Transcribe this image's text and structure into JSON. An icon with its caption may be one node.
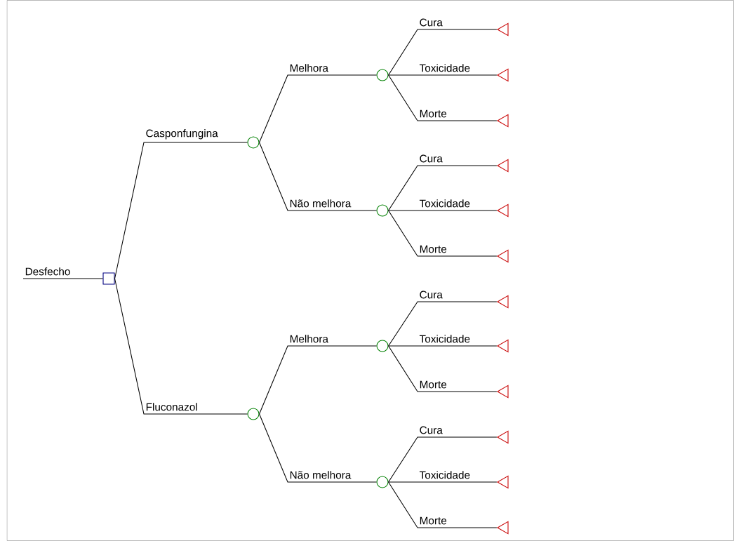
{
  "diagram": {
    "nodes": [
      {
        "text": [],
        "shape": "box"
      },
      {
        "text": [],
        "shape": "circle"
      },
      {
        "text": [],
        "shape": "circle"
      },
      {
        "text": [],
        "shape": "circle"
      },
      {
        "text": [],
        "shape": "circle"
      },
      {
        "text": [],
        "shape": "circle"
      },
      {
        "text": [],
        "shape": "circle"
      },
      {
        "text": [],
        "shape": "triangle"
      },
      {
        "text": [],
        "shape": "triangle"
      },
      {
        "text": [],
        "shape": "triangle"
      },
      {
        "text": [],
        "shape": "triangle"
      },
      {
        "text": [],
        "shape": "triangle"
      },
      {
        "text": [],
        "shape": "triangle"
      },
      {
        "text": [],
        "shape": "triangle"
      },
      {
        "text": [],
        "shape": "triangle"
      },
      {
        "text": [],
        "shape": "triangle"
      },
      {
        "text": [],
        "shape": "triangle"
      },
      {
        "text": [],
        "shape": "triangle"
      },
      {
        "text": [],
        "shape": "triangle"
      }
    ],
    "edges": [
      {
        "from": null,
        "to": 0,
        "arrow": "none",
        "label": "Desfecho"
      },
      {
        "from": 0,
        "to": 1,
        "arrow": "none",
        "label": "Casponfungina"
      },
      {
        "from": 0,
        "to": 2,
        "arrow": "none",
        "label": "Fluconazol"
      },
      {
        "from": 1,
        "to": 3,
        "arrow": "none",
        "label": "Melhora"
      },
      {
        "from": 1,
        "to": 4,
        "arrow": "none",
        "label": "Não melhora"
      },
      {
        "from": 2,
        "to": 5,
        "arrow": "none",
        "label": "Melhora"
      },
      {
        "from": 2,
        "to": 6,
        "arrow": "none",
        "label": "Não melhora"
      },
      {
        "from": 3,
        "to": 7,
        "arrow": "none",
        "label": "Cura"
      },
      {
        "from": 3,
        "to": 8,
        "arrow": "none",
        "label": "Toxicidade"
      },
      {
        "from": 3,
        "to": 9,
        "arrow": "none",
        "label": "Morte"
      },
      {
        "from": 4,
        "to": 10,
        "arrow": "none",
        "label": "Cura"
      },
      {
        "from": 4,
        "to": 11,
        "arrow": "none",
        "label": "Toxicidade"
      },
      {
        "from": 4,
        "to": 12,
        "arrow": "none",
        "label": "Morte"
      },
      {
        "from": 5,
        "to": 13,
        "arrow": "none",
        "label": "Cura"
      },
      {
        "from": 5,
        "to": 14,
        "arrow": "none",
        "label": "Toxicidade"
      },
      {
        "from": 5,
        "to": 15,
        "arrow": "none",
        "label": "Morte"
      },
      {
        "from": 6,
        "to": 16,
        "arrow": "none",
        "label": "Cura"
      },
      {
        "from": 6,
        "to": 17,
        "arrow": "none",
        "label": "Toxicidade"
      },
      {
        "from": 6,
        "to": 18,
        "arrow": "none",
        "label": "Morte"
      }
    ]
  }
}
